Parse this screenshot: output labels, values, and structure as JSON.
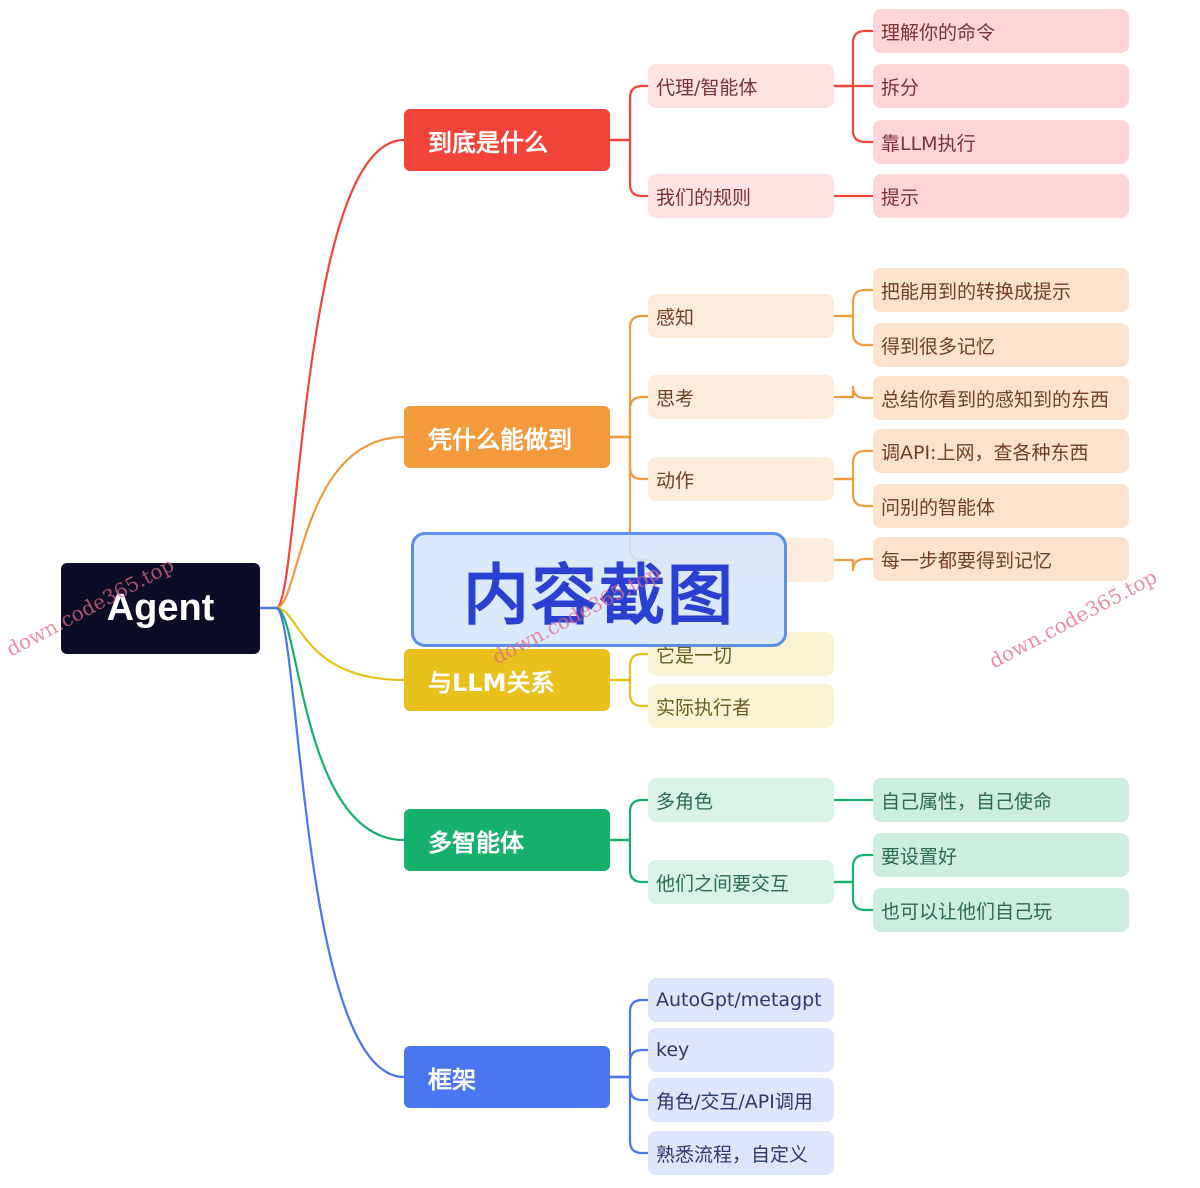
{
  "root": {
    "label": "Agent"
  },
  "colors": {
    "red": "#f3443a",
    "orange": "#f39a3c",
    "yellow": "#e8c11d",
    "green": "#15b06c",
    "blue": "#4a76ef",
    "root_bg": "#0c0c26"
  },
  "branches": [
    {
      "label": "到底是什么",
      "color_key": "red",
      "children": [
        {
          "label": "代理/智能体",
          "children": [
            "理解你的命令",
            "拆分",
            "靠LLM执行"
          ]
        },
        {
          "label": "我们的规则",
          "children": [
            "提示"
          ]
        }
      ]
    },
    {
      "label": "凭什么能做到",
      "color_key": "orange",
      "children": [
        {
          "label": "感知",
          "children": [
            "把能用到的转换成提示",
            "得到很多记忆"
          ]
        },
        {
          "label": "思考",
          "children": [
            "总结你看到的感知到的东西"
          ]
        },
        {
          "label": "动作",
          "children": [
            "调API:上网，查各种东西",
            "问别的智能体"
          ]
        },
        {
          "label": "",
          "children": [
            "每一步都要得到记忆"
          ]
        }
      ]
    },
    {
      "label": "与LLM关系",
      "color_key": "yellow",
      "children": [
        {
          "label": "它是一切",
          "children": []
        },
        {
          "label": "实际执行者",
          "children": []
        }
      ]
    },
    {
      "label": "多智能体",
      "color_key": "green",
      "children": [
        {
          "label": "多角色",
          "children": [
            "自己属性，自己使命"
          ]
        },
        {
          "label": "他们之间要交互",
          "children": [
            "要设置好",
            "也可以让他们自己玩"
          ]
        }
      ]
    },
    {
      "label": "框架",
      "color_key": "blue",
      "children": [
        {
          "label": "AutoGpt/metagpt",
          "children": []
        },
        {
          "label": "key",
          "children": []
        },
        {
          "label": "角色/交互/API调用",
          "children": []
        },
        {
          "label": "熟悉流程，自定义",
          "children": []
        }
      ]
    }
  ],
  "overlay": {
    "label": "内容截图"
  },
  "watermarks": [
    "down.code365.top",
    "down.code365.top",
    "down.code365.top"
  ]
}
